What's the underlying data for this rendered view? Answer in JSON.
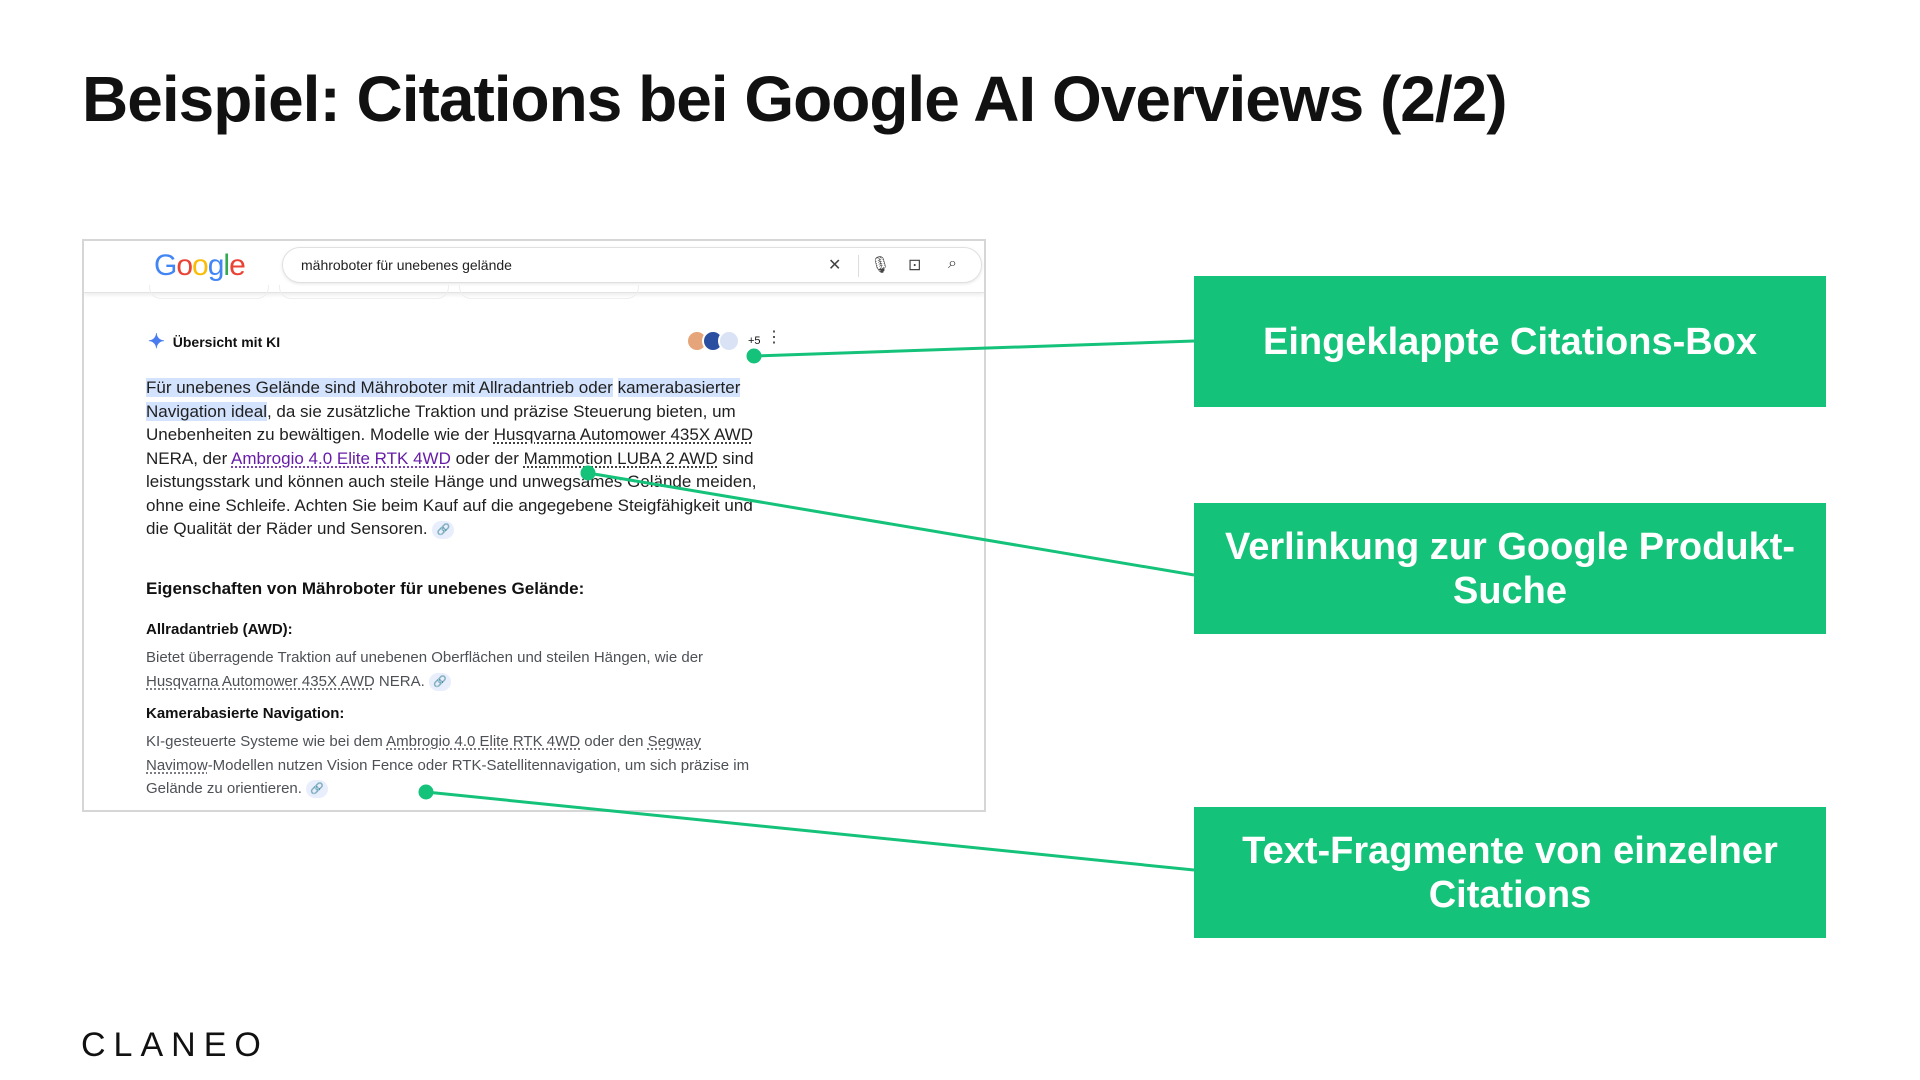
{
  "slide": {
    "title": "Beispiel: Citations bei Google AI Overviews (2/2)",
    "logo": "CLANEO"
  },
  "google": {
    "logo": "Google",
    "query": "mähroboter für unebenes gelände",
    "icons": [
      "close-icon",
      "mic-icon",
      "lens-icon",
      "search-icon"
    ]
  },
  "overview": {
    "label": "Übersicht mit KI",
    "more_sources": "+5",
    "p1": {
      "highlight1": "Für unebenes Gelände sind Mähroboter mit Allradantrieb oder",
      "highlight2": "kamerabasierter Navigation ideal",
      "t1": ", da sie zusätzliche Traktion und präzise Steuerung bieten, um Unebenheiten zu bewältigen. Modelle wie der ",
      "link1": "Husqvarna Automower 435X AWD",
      "t2": " NERA, der ",
      "link2": "Ambrogio 4.0 Elite RTK 4WD",
      "t3": " oder der ",
      "link3": "Mammotion LUBA 2 AWD",
      "t4": " sind leistungsstark und können auch steile Hänge und unwegsames Gelände meiden, ohne eine Schleife. Achten Sie beim Kauf auf die angegebene Steigfähigkeit und die Qualität der Räder und Sensoren."
    },
    "heading": "Eigenschaften von Mähroboter für unebenes Gelände:",
    "s1": {
      "title": "Allradantrieb (AWD):",
      "t1": "Bietet überragende Traktion auf unebenen Oberflächen und steilen Hängen, wie der ",
      "link1": "Husqvarna Automower 435X AWD",
      "t2": " NERA."
    },
    "s2": {
      "title": "Kamerabasierte Navigation:",
      "t1": "KI-gesteuerte Systeme wie bei dem ",
      "link1": "Ambrogio 4.0 Elite RTK 4WD",
      "t2": " oder den ",
      "link2": "Segway Navimow",
      "t3": "-Modellen nutzen Vision Fence oder RTK-Satellitennavigation, um sich präzise im Gelände zu orientieren."
    }
  },
  "callouts": [
    "Eingeklappte Citations-Box",
    "Verlinkung zur Google Produkt-Suche",
    "Text-Fragmente von einzelner Citations"
  ],
  "colors": {
    "accent": "#15c27a",
    "highlight": "#d3e3fd",
    "link_visited": "#681da8"
  }
}
